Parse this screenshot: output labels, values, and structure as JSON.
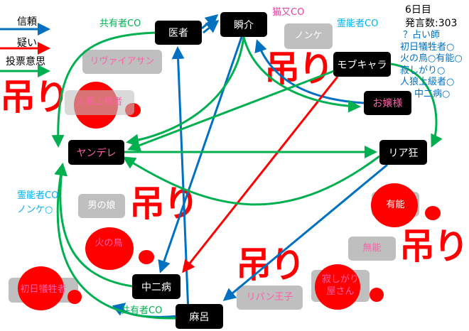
{
  "legend": [
    {
      "label": "信頼",
      "color": "#0070c0"
    },
    {
      "label": "疑い",
      "color": "#ff0000"
    },
    {
      "label": "投票意思",
      "color": "#00b050"
    }
  ],
  "day": "6日目",
  "post_count": "発言数:303",
  "nodes": {
    "isha": "医者",
    "shunsuke": "瞬介",
    "mob": "モブキャラ",
    "ojou": "お嬢様",
    "yandere": "ヤンデレ",
    "riakyo": "リア狂",
    "chuni": "中二病",
    "maro": "麻呂"
  },
  "dead": {
    "leviathan": "リヴァイアサン",
    "jinro": "人狼上級者",
    "nonke": "ノンケ",
    "otokonoko": "男の娘",
    "hinotori": "火の鳥",
    "shonichi": "初日犠牲者",
    "yuno": "有能",
    "muno": "無能",
    "sabishi1": "寂しがり",
    "sabishi2": "屋さん",
    "pan": "リパン王子"
  },
  "hang_label": "吊り",
  "co_labels": {
    "kyoyu_top": "共有者CO",
    "nekomata": "猫又CO",
    "reino_top": "霊能者CO",
    "reino_left1": "霊能者CO",
    "reino_left2": "ノンケ○",
    "kyoyu_bottom": "共有者CO"
  },
  "seer_results": [
    "？占い師",
    "初日犠牲者○",
    "火の鳥○有能○",
    "寂しがり○",
    "人狼上級者○",
    "中二病○"
  ]
}
